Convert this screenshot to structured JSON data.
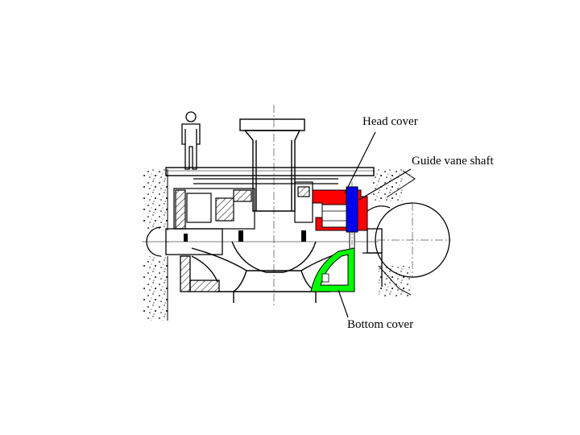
{
  "labels": {
    "head_cover": "Head cover",
    "guide_vane_shaft": "Guide vane shaft",
    "bottom_cover": "Bottom cover"
  },
  "icons": {
    "person": "person-scale-icon"
  },
  "colors": {
    "head_cover": "#ff0000",
    "guide_vane_shaft": "#0000ff",
    "bottom_cover": "#00ff00",
    "line": "#000000",
    "background": "#ffffff"
  }
}
